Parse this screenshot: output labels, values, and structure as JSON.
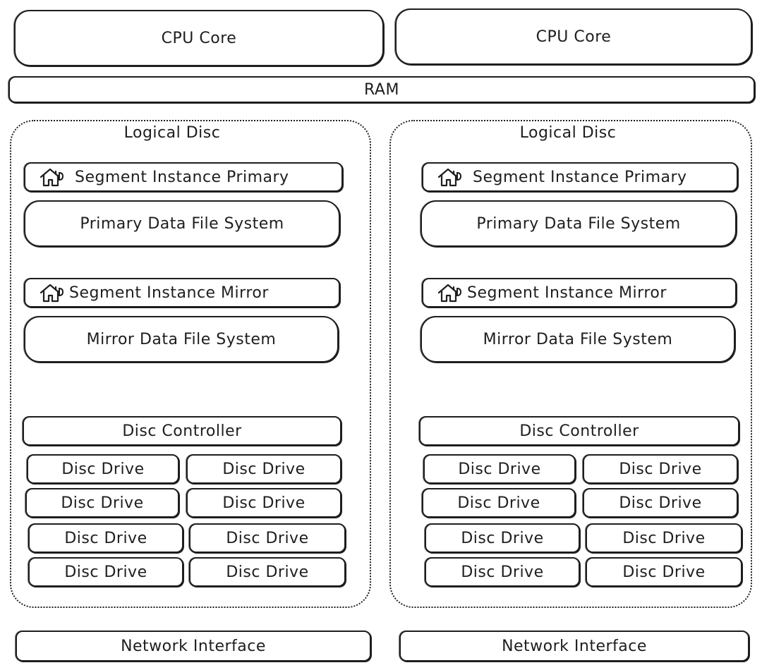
{
  "cpu_cores": [
    {
      "label": "CPU Core"
    },
    {
      "label": "CPU Core"
    }
  ],
  "ram": {
    "label": "RAM"
  },
  "logical_discs": [
    {
      "title": "Logical Disc",
      "segment_primary": {
        "label": "Segment Instance Primary",
        "icon": "house-icon"
      },
      "primary_fs": {
        "label": "Primary Data File System"
      },
      "segment_mirror": {
        "label": "Segment Instance Mirror",
        "icon": "house-icon"
      },
      "mirror_fs": {
        "label": "Mirror Data File System"
      },
      "disc_controller": {
        "label": "Disc Controller"
      },
      "disc_drives": [
        "Disc Drive",
        "Disc Drive",
        "Disc Drive",
        "Disc Drive",
        "Disc Drive",
        "Disc Drive",
        "Disc Drive",
        "Disc Drive"
      ]
    },
    {
      "title": "Logical Disc",
      "segment_primary": {
        "label": "Segment Instance Primary",
        "icon": "house-icon"
      },
      "primary_fs": {
        "label": "Primary Data File System"
      },
      "segment_mirror": {
        "label": "Segment Instance Mirror",
        "icon": "house-icon"
      },
      "mirror_fs": {
        "label": "Mirror Data File System"
      },
      "disc_controller": {
        "label": "Disc Controller"
      },
      "disc_drives": [
        "Disc Drive",
        "Disc Drive",
        "Disc Drive",
        "Disc Drive",
        "Disc Drive",
        "Disc Drive",
        "Disc Drive",
        "Disc Drive"
      ]
    }
  ],
  "network_interfaces": [
    {
      "label": "Network Interface"
    },
    {
      "label": "Network Interface"
    }
  ]
}
